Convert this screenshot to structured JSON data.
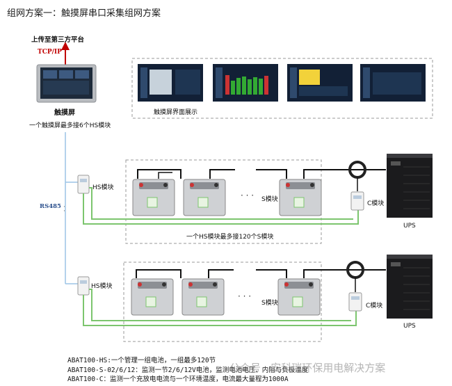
{
  "title": "组网方案一：触摸屏串口采集组网方案",
  "upload": {
    "label": "上传至第三方平台",
    "protocol": "TCP/IP"
  },
  "touchscreen": {
    "name": "触摸屏",
    "limit": "一个触摸屏最多接6个HS模块"
  },
  "screens_caption": "触摸屏界面展示",
  "bus_label": "RS485",
  "group1": {
    "hs_label": "HS模块",
    "s_label": "S模块",
    "c_label": "C模块",
    "ups_label": "UPS",
    "limit": "一个HS模块最多接120个S模块"
  },
  "group2": {
    "hs_label": "HS模块",
    "s_label": "S模块",
    "c_label": "C模块",
    "ups_label": "UPS"
  },
  "notes": [
    "ABAT100-HS:一个管理一组电池，一组最多120节",
    "ABAT100-S-02/6/12：监测一节2/6/12V电池，监测电池电压、内阻与负极温度",
    "ABAT100-C：监测一个充放电电流与一个环境温度，电流最大量程为1000A"
  ],
  "watermark": "公众号 · 安科瑞环保用电解决方案",
  "colors": {
    "wire_green": "#7cc56e",
    "wire_black": "#111111",
    "bus_blue": "#9cc3e6",
    "upload_arrow": "#c00000"
  }
}
